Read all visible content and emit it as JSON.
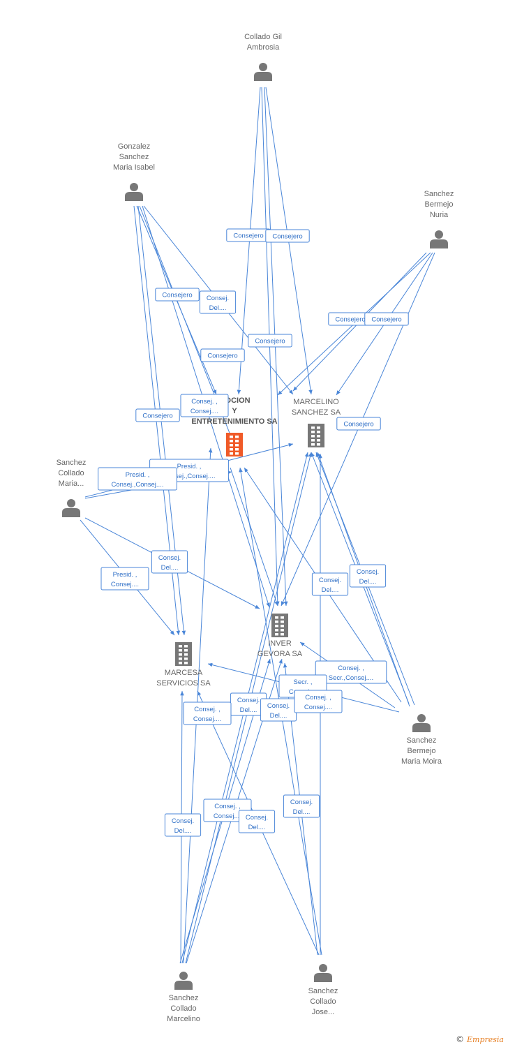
{
  "colors": {
    "edge": "#4a86d8",
    "person": "#777777",
    "company": "#777777",
    "focus": "#f05a28"
  },
  "people": [
    {
      "id": "collado_gil",
      "lines": [
        "Collado Gil",
        "Ambrosia"
      ]
    },
    {
      "id": "gonzalez",
      "lines": [
        "Gonzalez",
        "Sanchez",
        "Maria Isabel"
      ]
    },
    {
      "id": "bermejo_nuria",
      "lines": [
        "Sanchez",
        "Bermejo",
        "Nuria"
      ]
    },
    {
      "id": "collado_maria",
      "lines": [
        "Sanchez",
        "Collado",
        "Maria..."
      ]
    },
    {
      "id": "bermejo_moira",
      "lines": [
        "Sanchez",
        "Bermejo",
        "Maria Moira"
      ]
    },
    {
      "id": "collado_marcelino",
      "lines": [
        "Sanchez",
        "Collado",
        "Marcelino"
      ]
    },
    {
      "id": "collado_jose",
      "lines": [
        "Sanchez",
        "Collado",
        "Jose..."
      ]
    }
  ],
  "companies": [
    {
      "id": "promocion",
      "lines": [
        "MOCION",
        "Y",
        "ENTRETENIMIENTO SA"
      ],
      "focus": true
    },
    {
      "id": "marcelino_sa",
      "lines": [
        "MARCELINO",
        "SANCHEZ SA"
      ],
      "focus": false
    },
    {
      "id": "inver",
      "lines": [
        "INVER",
        "GEVORA SA"
      ],
      "focus": false
    },
    {
      "id": "marcesa",
      "lines": [
        "MARCESA",
        "SERVICIOS SA"
      ],
      "focus": false
    }
  ],
  "edge_labels": [
    [
      "Consejero"
    ],
    [
      "Consejero"
    ],
    [
      "Consejero"
    ],
    [
      "Consej.",
      "Del...."
    ],
    [
      "Consejero"
    ],
    [
      "Consejero"
    ],
    [
      "Consejero"
    ],
    [
      "Consejero"
    ],
    [
      "Consejero"
    ],
    [
      "Consej. ,",
      "Consej...."
    ],
    [
      "Consejero"
    ],
    [
      "Presid. ,",
      "Consej.,Consej...."
    ],
    [
      "Presid. ,",
      "Consej.,Consej...."
    ],
    [
      "Consej.",
      "Del...."
    ],
    [
      "Presid. ,",
      "Consej...."
    ],
    [
      "Consej.",
      "Del...."
    ],
    [
      "Consej.",
      "Del...."
    ],
    [
      "Consej. ,",
      "Secr.,Consej...."
    ],
    [
      "Secr. ,",
      "Consej...."
    ],
    [
      "Consej.",
      "Del...."
    ],
    [
      "Consej. ,",
      "Consej...."
    ],
    [
      "Consej.",
      "Del...."
    ],
    [
      "Consej. ,",
      "Consej...."
    ],
    [
      "Consej.",
      "Del...."
    ],
    [
      "Consej. ,",
      "Consej...."
    ],
    [
      "Consej.",
      "Del...."
    ],
    [
      "Consej.",
      "Del...."
    ]
  ],
  "copyright": {
    "symbol": "©",
    "brand": "Empresia"
  }
}
